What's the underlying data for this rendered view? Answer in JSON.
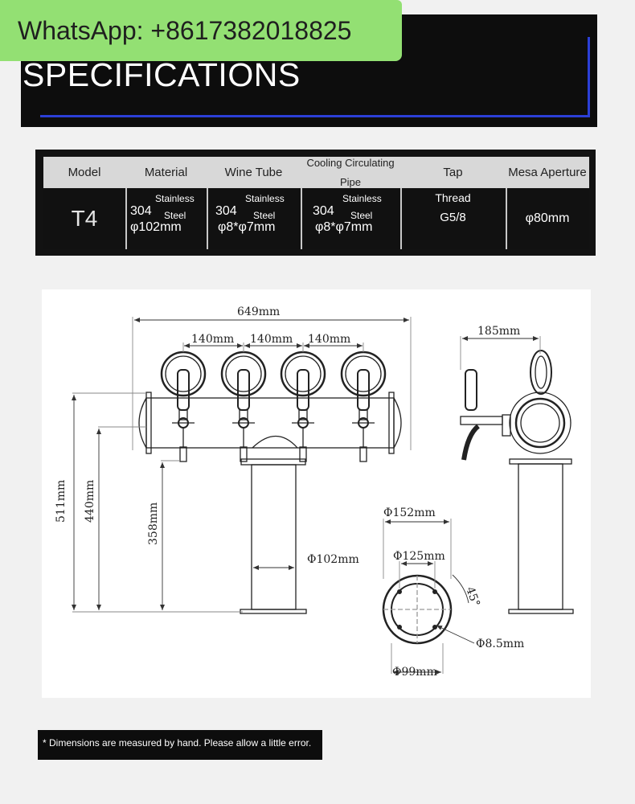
{
  "whatsapp": {
    "label": "WhatsApp: +8617382018825"
  },
  "header": {
    "title": "SPECIFICATIONS"
  },
  "spec_table": {
    "headers": {
      "model": "Model",
      "material": "Material",
      "wine_tube": "Wine Tube",
      "cooling_1": "Cooling Circulating",
      "cooling_2": "Pipe",
      "tap": "Tap",
      "mesa": "Mesa Aperture"
    },
    "row": {
      "model": "T4",
      "material": {
        "grade": "304",
        "line1": "Stainless",
        "line2": "Steel",
        "size": "φ102mm"
      },
      "wine_tube": {
        "grade": "304",
        "line1": "Stainless",
        "line2": "Steel",
        "size": "φ8*φ7mm"
      },
      "cooling": {
        "grade": "304",
        "line1": "Stainless",
        "line2": "Steel",
        "size": "φ8*φ7mm"
      },
      "tap": {
        "line1": "Thread",
        "line2": "G5/8"
      },
      "mesa": "φ80mm"
    }
  },
  "drawing": {
    "overall_width": "649mm",
    "spacing_1": "140mm",
    "spacing_2": "140mm",
    "spacing_3": "140mm",
    "side_depth": "185mm",
    "height_total": "511mm",
    "height_bar": "440mm",
    "height_tap": "358mm",
    "column_dia": "Φ102mm",
    "base_outer": "Φ152mm",
    "base_bolt": "Φ125mm",
    "base_inner": "Φ99mm",
    "hole_dia": "Φ8.5mm",
    "angle": "45°"
  },
  "note": {
    "text": "* Dimensions are measured by hand. Please allow a little error."
  }
}
